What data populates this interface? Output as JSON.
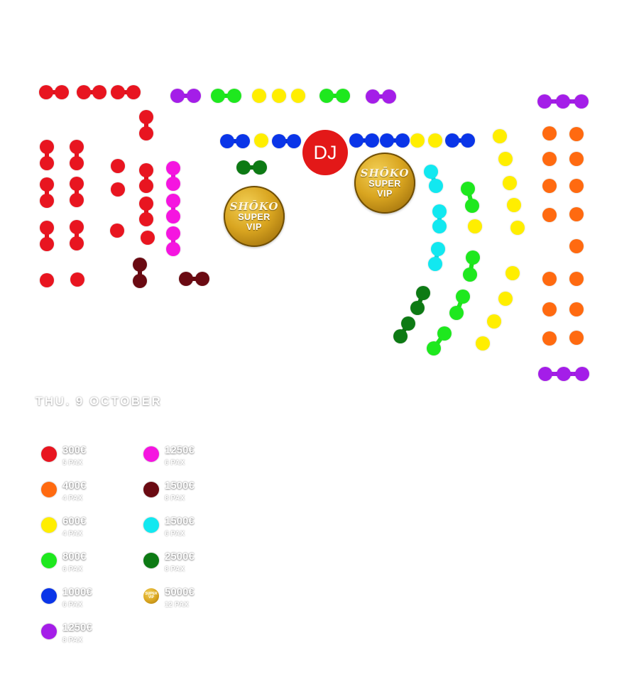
{
  "dj_label": "DJ",
  "date_label": "THU. 9 OCTOBER",
  "super_vip": {
    "brand": "SHŌKO",
    "line1": "SUPER",
    "line2": "VIP"
  },
  "legend": [
    {
      "price": "300€",
      "pax": "5 PAX",
      "color": "#e81520"
    },
    {
      "price": "400€",
      "pax": "4 PAX",
      "color": "#ff6a10"
    },
    {
      "price": "600€",
      "pax": "4 PAX",
      "color": "#ffee00"
    },
    {
      "price": "800€",
      "pax": "6 PAX",
      "color": "#1ee81e"
    },
    {
      "price": "1000€",
      "pax": "6 PAX",
      "color": "#0a35e8"
    },
    {
      "price": "1250€",
      "pax": "8 PAX",
      "color": "#a41ee8"
    },
    {
      "price": "1250€",
      "pax": "6 PAX",
      "color": "#f515e0"
    },
    {
      "price": "1500€",
      "pax": "8 PAX",
      "color": "#6a0a12"
    },
    {
      "price": "1500€",
      "pax": "6 PAX",
      "color": "#12e8f0"
    },
    {
      "price": "2500€",
      "pax": "8 PAX",
      "color": "#0d7a14"
    },
    {
      "price": "5000€",
      "pax": "12 PAX",
      "color": "#d9a520",
      "vip": true
    }
  ],
  "tables": [
    {
      "c": "red",
      "p": [
        [
          65,
          130
        ],
        [
          87,
          130
        ]
      ]
    },
    {
      "c": "red",
      "p": [
        [
          118,
          130
        ],
        [
          140,
          130
        ]
      ]
    },
    {
      "c": "red",
      "p": [
        [
          166,
          130
        ],
        [
          188,
          130
        ]
      ]
    },
    {
      "c": "purple",
      "p": [
        [
          250,
          135
        ],
        [
          273,
          135
        ]
      ]
    },
    {
      "c": "green",
      "p": [
        [
          307,
          135
        ],
        [
          330,
          135
        ]
      ]
    },
    {
      "c": "yellow",
      "p": [
        [
          365,
          135
        ]
      ]
    },
    {
      "c": "yellow",
      "p": [
        [
          393,
          135
        ]
      ]
    },
    {
      "c": "yellow",
      "p": [
        [
          420,
          135
        ]
      ]
    },
    {
      "c": "green",
      "p": [
        [
          460,
          135
        ],
        [
          483,
          135
        ]
      ]
    },
    {
      "c": "purple",
      "p": [
        [
          525,
          136
        ],
        [
          548,
          136
        ]
      ]
    },
    {
      "c": "purple",
      "p": [
        [
          767,
          143
        ],
        [
          793,
          143
        ],
        [
          819,
          143
        ]
      ]
    },
    {
      "c": "purple",
      "p": [
        [
          768,
          527
        ],
        [
          794,
          527
        ],
        [
          820,
          527
        ]
      ]
    },
    {
      "c": "red",
      "p": [
        [
          206,
          165
        ],
        [
          206,
          188
        ]
      ]
    },
    {
      "c": "red",
      "p": [
        [
          66,
          207
        ],
        [
          66,
          230
        ]
      ]
    },
    {
      "c": "red",
      "p": [
        [
          108,
          207
        ],
        [
          108,
          230
        ]
      ]
    },
    {
      "c": "red",
      "p": [
        [
          66,
          260
        ],
        [
          66,
          283
        ]
      ]
    },
    {
      "c": "red",
      "p": [
        [
          108,
          259
        ],
        [
          108,
          282
        ]
      ]
    },
    {
      "c": "red",
      "p": [
        [
          66,
          321
        ],
        [
          66,
          344
        ]
      ]
    },
    {
      "c": "red",
      "p": [
        [
          108,
          320
        ],
        [
          108,
          343
        ]
      ]
    },
    {
      "c": "red",
      "p": [
        [
          66,
          395
        ]
      ]
    },
    {
      "c": "red",
      "p": [
        [
          109,
          394
        ]
      ]
    },
    {
      "c": "red",
      "p": [
        [
          166,
          234
        ]
      ]
    },
    {
      "c": "red",
      "p": [
        [
          166,
          267
        ]
      ]
    },
    {
      "c": "red",
      "p": [
        [
          165,
          325
        ]
      ]
    },
    {
      "c": "red",
      "p": [
        [
          206,
          240
        ],
        [
          206,
          262
        ]
      ]
    },
    {
      "c": "red",
      "p": [
        [
          206,
          287
        ],
        [
          206,
          309
        ]
      ]
    },
    {
      "c": "red",
      "p": [
        [
          208,
          335
        ]
      ]
    },
    {
      "c": "magenta",
      "p": [
        [
          244,
          237
        ],
        [
          244,
          259
        ]
      ]
    },
    {
      "c": "magenta",
      "p": [
        [
          244,
          283
        ],
        [
          244,
          305
        ]
      ]
    },
    {
      "c": "magenta",
      "p": [
        [
          244,
          329
        ],
        [
          244,
          351
        ]
      ]
    },
    {
      "c": "maroon",
      "p": [
        [
          197,
          373
        ],
        [
          197,
          396
        ]
      ]
    },
    {
      "c": "maroon",
      "p": [
        [
          262,
          393
        ],
        [
          285,
          393
        ]
      ]
    },
    {
      "c": "blue",
      "p": [
        [
          320,
          199
        ],
        [
          342,
          199
        ]
      ]
    },
    {
      "c": "yellow",
      "p": [
        [
          368,
          198
        ]
      ]
    },
    {
      "c": "blue",
      "p": [
        [
          393,
          199
        ],
        [
          414,
          199
        ]
      ]
    },
    {
      "c": "blue",
      "p": [
        [
          502,
          198
        ],
        [
          524,
          198
        ]
      ]
    },
    {
      "c": "blue",
      "p": [
        [
          545,
          198
        ],
        [
          567,
          198
        ]
      ]
    },
    {
      "c": "yellow",
      "p": [
        [
          588,
          198
        ]
      ]
    },
    {
      "c": "yellow",
      "p": [
        [
          613,
          198
        ]
      ]
    },
    {
      "c": "blue",
      "p": [
        [
          637,
          198
        ],
        [
          659,
          198
        ]
      ]
    },
    {
      "c": "dkgreen",
      "p": [
        [
          343,
          236
        ],
        [
          366,
          236
        ]
      ]
    },
    {
      "c": "cyan",
      "p": [
        [
          607,
          242
        ],
        [
          614,
          262
        ]
      ]
    },
    {
      "c": "cyan",
      "p": [
        [
          619,
          298
        ],
        [
          619,
          319
        ]
      ]
    },
    {
      "c": "cyan",
      "p": [
        [
          617,
          351
        ],
        [
          613,
          372
        ]
      ]
    },
    {
      "c": "green",
      "p": [
        [
          659,
          266
        ],
        [
          665,
          290
        ]
      ]
    },
    {
      "c": "green",
      "p": [
        [
          666,
          363
        ],
        [
          662,
          387
        ]
      ]
    },
    {
      "c": "green",
      "p": [
        [
          652,
          418
        ],
        [
          643,
          441
        ]
      ]
    },
    {
      "c": "green",
      "p": [
        [
          626,
          470
        ],
        [
          611,
          491
        ]
      ]
    },
    {
      "c": "dkgreen",
      "p": [
        [
          596,
          413
        ],
        [
          588,
          434
        ]
      ]
    },
    {
      "c": "dkgreen",
      "p": [
        [
          575,
          456
        ],
        [
          564,
          474
        ]
      ]
    },
    {
      "c": "yellow",
      "p": [
        [
          669,
          319
        ]
      ]
    },
    {
      "c": "yellow",
      "p": [
        [
          704,
          192
        ]
      ]
    },
    {
      "c": "yellow",
      "p": [
        [
          712,
          224
        ]
      ]
    },
    {
      "c": "yellow",
      "p": [
        [
          718,
          258
        ]
      ]
    },
    {
      "c": "yellow",
      "p": [
        [
          724,
          289
        ]
      ]
    },
    {
      "c": "yellow",
      "p": [
        [
          729,
          321
        ]
      ]
    },
    {
      "c": "yellow",
      "p": [
        [
          722,
          385
        ]
      ]
    },
    {
      "c": "yellow",
      "p": [
        [
          712,
          421
        ]
      ]
    },
    {
      "c": "yellow",
      "p": [
        [
          696,
          453
        ]
      ]
    },
    {
      "c": "yellow",
      "p": [
        [
          680,
          484
        ]
      ]
    },
    {
      "c": "orange",
      "p": [
        [
          774,
          188
        ]
      ]
    },
    {
      "c": "orange",
      "p": [
        [
          812,
          189
        ]
      ]
    },
    {
      "c": "orange",
      "p": [
        [
          774,
          224
        ]
      ]
    },
    {
      "c": "orange",
      "p": [
        [
          812,
          224
        ]
      ]
    },
    {
      "c": "orange",
      "p": [
        [
          774,
          262
        ]
      ]
    },
    {
      "c": "orange",
      "p": [
        [
          812,
          262
        ]
      ]
    },
    {
      "c": "orange",
      "p": [
        [
          774,
          303
        ]
      ]
    },
    {
      "c": "orange",
      "p": [
        [
          812,
          302
        ]
      ]
    },
    {
      "c": "orange",
      "p": [
        [
          812,
          347
        ]
      ]
    },
    {
      "c": "orange",
      "p": [
        [
          774,
          393
        ]
      ]
    },
    {
      "c": "orange",
      "p": [
        [
          812,
          393
        ]
      ]
    },
    {
      "c": "orange",
      "p": [
        [
          774,
          436
        ]
      ]
    },
    {
      "c": "orange",
      "p": [
        [
          812,
          436
        ]
      ]
    },
    {
      "c": "orange",
      "p": [
        [
          774,
          477
        ]
      ]
    },
    {
      "c": "orange",
      "p": [
        [
          812,
          476
        ]
      ]
    }
  ],
  "colors": {
    "red": "#e81520",
    "orange": "#ff6a10",
    "yellow": "#ffee00",
    "green": "#1ee81e",
    "blue": "#0a35e8",
    "purple": "#a41ee8",
    "magenta": "#f515e0",
    "maroon": "#6a0a12",
    "cyan": "#12e8f0",
    "dkgreen": "#0d7a14"
  }
}
